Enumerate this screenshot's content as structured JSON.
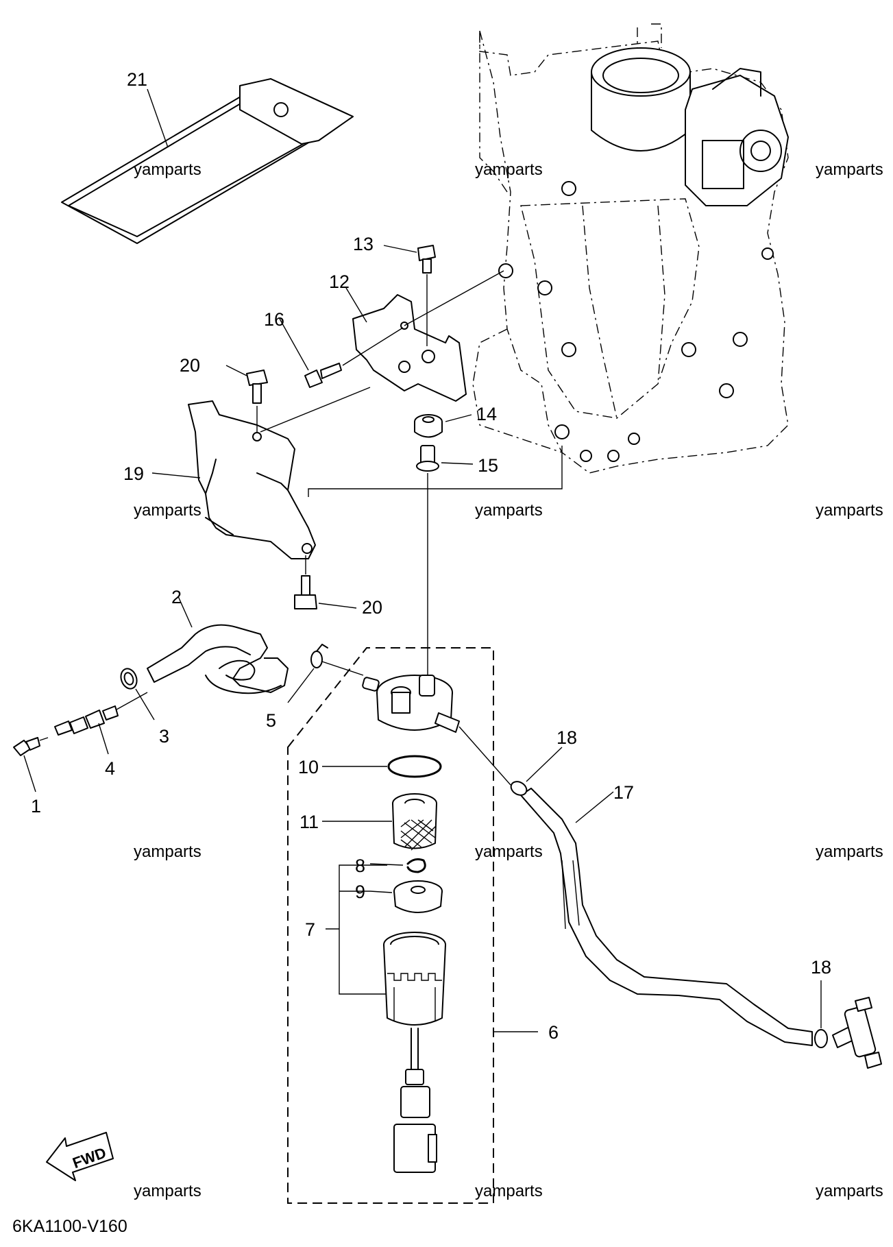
{
  "diagram": {
    "part_code": "6KA1100-V160",
    "watermark": "yamparts",
    "fwd_label": "FWD",
    "callouts": [
      "1",
      "2",
      "3",
      "4",
      "5",
      "6",
      "7",
      "8",
      "9",
      "10",
      "11",
      "12",
      "13",
      "14",
      "15",
      "16",
      "17",
      "18",
      "19",
      "20",
      "21"
    ]
  }
}
